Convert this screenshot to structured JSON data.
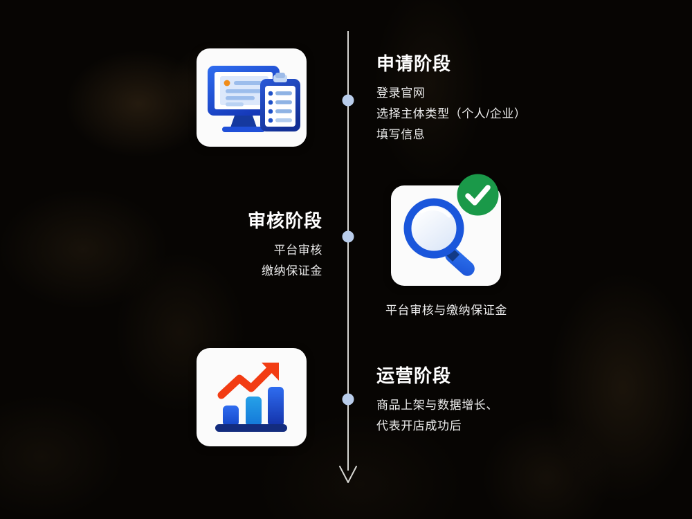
{
  "page": {
    "background_color": "#070503",
    "timeline_color": "#d8d8d4",
    "dot_color": "#b9cdeb",
    "accent_blue": "#1a56db",
    "accent_green": "#1a9949",
    "accent_red": "#f23c13"
  },
  "stages": [
    {
      "id": "application",
      "title": "申请阶段",
      "lines": [
        "登录官网",
        "选择主体类型（个人/企业）",
        "填写信息"
      ],
      "align": "left",
      "icon": "monitor-form-clipboard-icon"
    },
    {
      "id": "review",
      "title": "审核阶段",
      "lines": [
        "平台审核",
        "缴纳保证金"
      ],
      "align": "right",
      "icon": "magnifier-check-icon",
      "caption": "平台审核与缴纳保证金"
    },
    {
      "id": "operation",
      "title": "运营阶段",
      "lines": [
        "商品上架与数据增长、",
        "代表开店成功后"
      ],
      "align": "left",
      "icon": "growth-chart-icon"
    }
  ]
}
